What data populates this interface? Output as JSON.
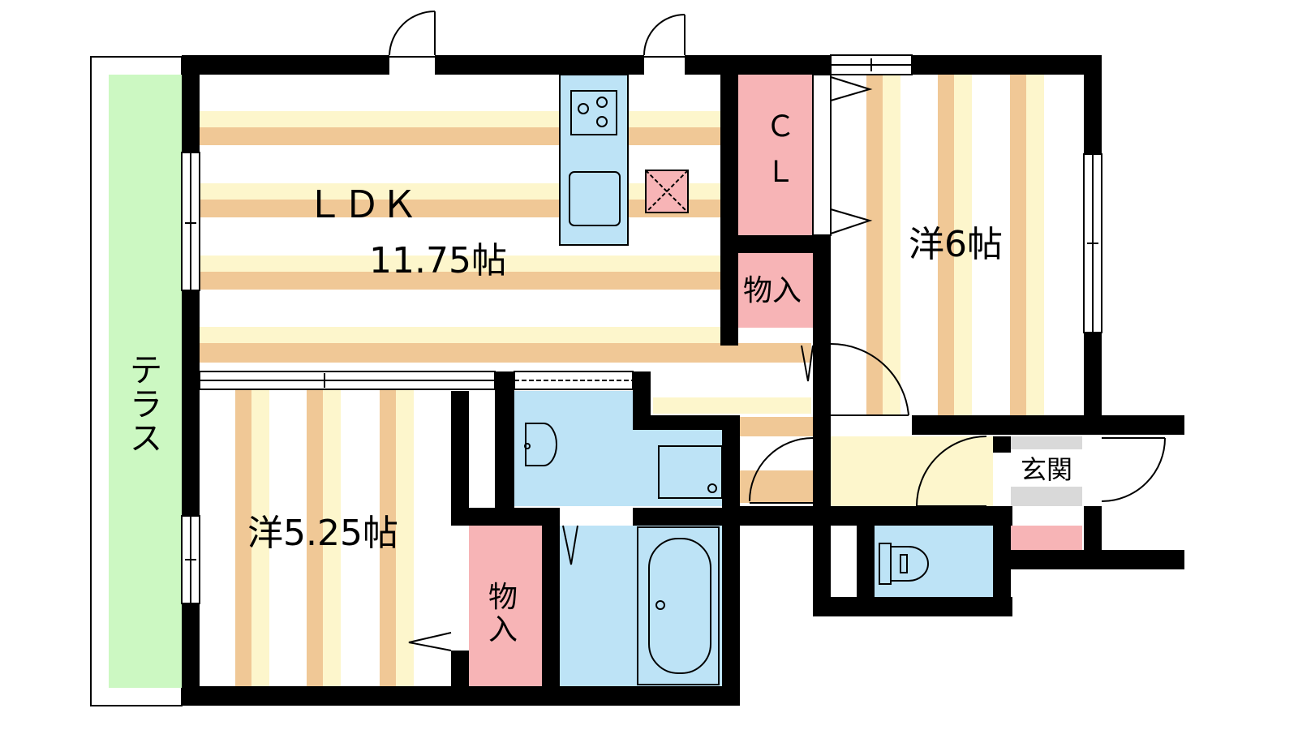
{
  "rooms": {
    "ldk_name": "ＬＤＫ",
    "ldk_size": "11.75帖",
    "cl": "ＣＬ",
    "storage_top": "物入",
    "western_6": "洋6帖",
    "western_525": "洋5.25帖",
    "storage_bottom": "物入",
    "entrance": "玄関",
    "terrace": "テラス"
  },
  "colors": {
    "wall": "#000000",
    "floor_stripe_dark": "#f0c896",
    "floor_stripe_light": "#fdf6cc",
    "closet": "#f7b4b6",
    "wet_area": "#bde3f6",
    "terrace": "#ccf8c2",
    "entrance_floor": "#fdf6cc"
  }
}
